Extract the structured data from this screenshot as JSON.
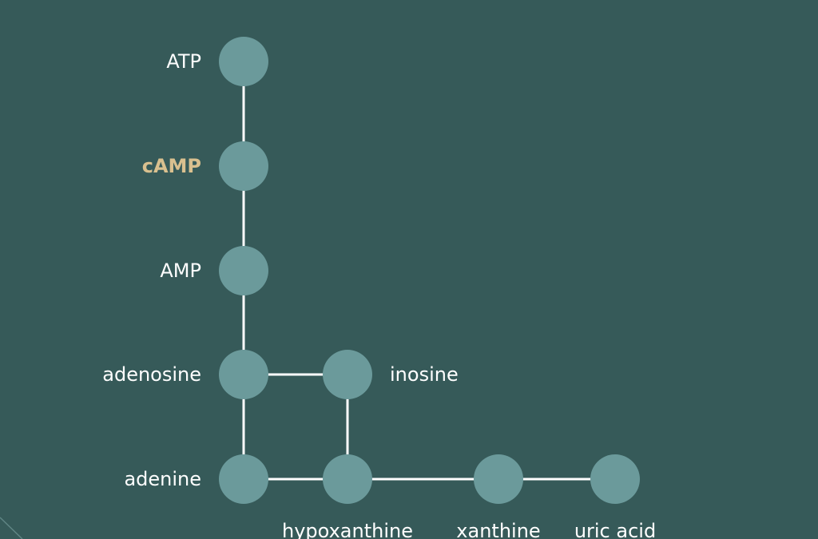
{
  "diagram": {
    "nodes": [
      {
        "id": "atp",
        "label": "ATP"
      },
      {
        "id": "camp",
        "label": "cAMP",
        "highlighted": true
      },
      {
        "id": "amp",
        "label": "AMP"
      },
      {
        "id": "adenosine",
        "label": "adenosine"
      },
      {
        "id": "inosine",
        "label": "inosine"
      },
      {
        "id": "adenine",
        "label": "adenine"
      },
      {
        "id": "hypoxanthine",
        "label": "hypoxanthine"
      },
      {
        "id": "xanthine",
        "label": "xanthine"
      },
      {
        "id": "uric_acid",
        "label": "uric acid"
      }
    ],
    "edges": [
      [
        "atp",
        "camp"
      ],
      [
        "camp",
        "amp"
      ],
      [
        "amp",
        "adenosine"
      ],
      [
        "adenosine",
        "adenine"
      ],
      [
        "adenosine",
        "inosine"
      ],
      [
        "inosine",
        "hypoxanthine"
      ],
      [
        "adenine",
        "hypoxanthine"
      ],
      [
        "hypoxanthine",
        "xanthine"
      ],
      [
        "xanthine",
        "uric_acid"
      ]
    ],
    "colors": {
      "background": "#365a59",
      "node_fill": "#6b9a9b",
      "edge": "#ffffff",
      "label": "#ffffff",
      "highlight_label": "#d9c08f"
    }
  }
}
